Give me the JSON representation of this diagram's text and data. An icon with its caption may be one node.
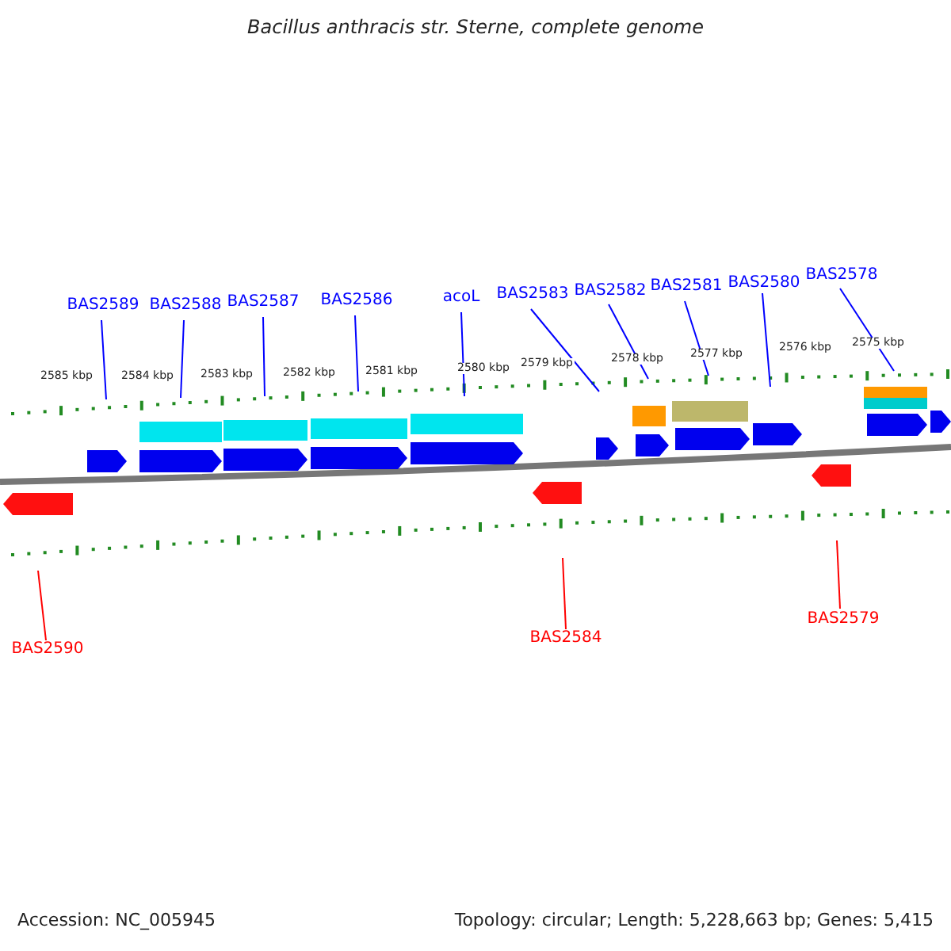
{
  "diagram": {
    "title": "Bacillus anthracis str. Sterne, complete genome",
    "nodes": [
      {
        "text": [
          "BAS2589"
        ]
      },
      {
        "text": [
          "BAS2588"
        ]
      },
      {
        "text": [
          "BAS2587"
        ]
      },
      {
        "text": [
          "BAS2586"
        ]
      },
      {
        "text": [
          "acoL"
        ]
      },
      {
        "text": [
          "BAS2583"
        ]
      },
      {
        "text": [
          "BAS2582"
        ]
      },
      {
        "text": [
          "BAS2581"
        ]
      },
      {
        "text": [
          "BAS2580"
        ]
      },
      {
        "text": [
          "BAS2578"
        ]
      },
      {
        "text": [
          "BAS2590"
        ]
      },
      {
        "text": [
          "BAS2584"
        ]
      },
      {
        "text": [
          "BAS2579"
        ]
      }
    ],
    "edges": [
      {
        "from": 0,
        "to": null,
        "arrow": "none"
      },
      {
        "from": 1,
        "to": null,
        "arrow": "none"
      },
      {
        "from": 2,
        "to": null,
        "arrow": "none"
      },
      {
        "from": 3,
        "to": null,
        "arrow": "none"
      },
      {
        "from": 4,
        "to": null,
        "arrow": "none"
      },
      {
        "from": 5,
        "to": null,
        "arrow": "none"
      },
      {
        "from": 6,
        "to": null,
        "arrow": "none"
      },
      {
        "from": 7,
        "to": null,
        "arrow": "none"
      },
      {
        "from": 8,
        "to": null,
        "arrow": "none"
      },
      {
        "from": 9,
        "to": null,
        "arrow": "none"
      },
      {
        "from": 10,
        "to": null,
        "arrow": "none",
        "color": "#ff0000"
      },
      {
        "from": 11,
        "to": null,
        "arrow": "none",
        "color": "#ff0000"
      },
      {
        "from": 12,
        "to": null,
        "arrow": "none",
        "color": "#ff0000"
      }
    ],
    "labels": [
      "2585 kbp",
      "2584 kbp",
      "2583 kbp",
      "2582 kbp",
      "2581 kbp",
      "2580 kbp",
      "2579 kbp",
      "2578 kbp",
      "2577 kbp",
      "2576 kbp",
      "2575 kbp",
      "Accession: NC_005945",
      "Topology: circular; Length: 5,228,663 bp; Genes: 5,415"
    ]
  }
}
